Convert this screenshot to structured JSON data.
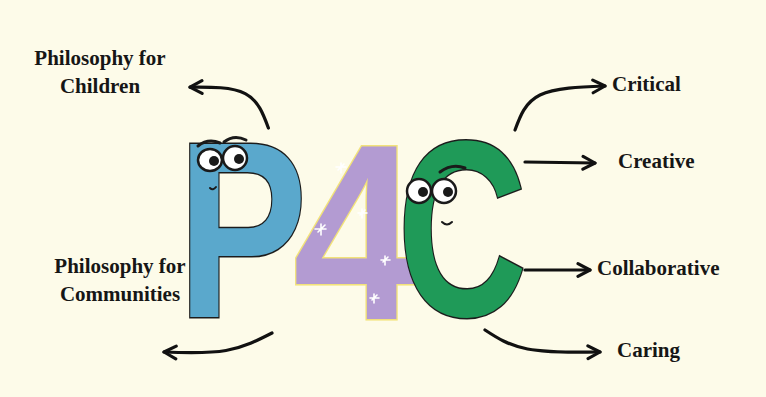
{
  "diagram": {
    "nodes": [
      {
        "text": [
          "Philosophy for Children"
        ]
      },
      {
        "text": [
          "Philosophy for Communities"
        ]
      },
      {
        "text": [
          "P"
        ]
      },
      {
        "text": [
          "4"
        ]
      },
      {
        "text": [
          "C"
        ]
      },
      {
        "text": [
          "Critical"
        ]
      },
      {
        "text": [
          "Creative"
        ]
      },
      {
        "text": [
          "Collaborative"
        ]
      },
      {
        "text": [
          "Caring"
        ]
      }
    ],
    "edges": [
      {
        "from": 2,
        "to": 0,
        "arrow": "to"
      },
      {
        "from": 2,
        "to": 1,
        "arrow": "to"
      },
      {
        "from": 4,
        "to": 5,
        "arrow": "to"
      },
      {
        "from": 4,
        "to": 6,
        "arrow": "to"
      },
      {
        "from": 4,
        "to": 7,
        "arrow": "to"
      },
      {
        "from": 4,
        "to": 8,
        "arrow": "to"
      }
    ]
  }
}
